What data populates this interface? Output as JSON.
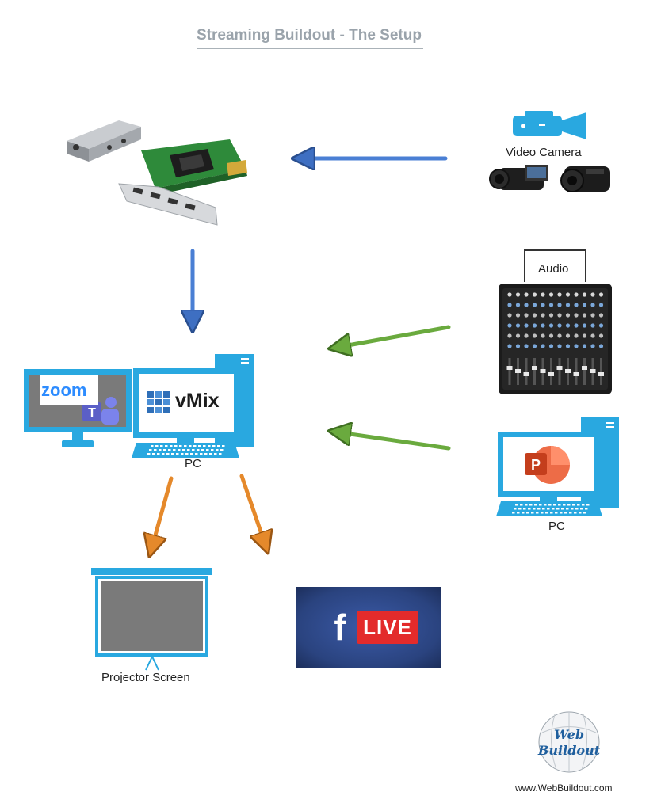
{
  "title": "Streaming Buildout - The Setup",
  "labels": {
    "video_camera": "Video Camera",
    "audio": "Audio",
    "pc_main": "PC",
    "pc_secondary": "PC",
    "projector_screen": "Projector Screen"
  },
  "apps": {
    "zoom": "zoom",
    "vmix": "vMix",
    "teams_letter": "T",
    "powerpoint_letter": "P"
  },
  "facebook": {
    "logo_letter": "f",
    "live": "LIVE"
  },
  "brand": {
    "logo_line1": "Web",
    "logo_line2": "Buildout",
    "url": "www.WebBuildout.com"
  },
  "colors": {
    "device_blue": "#29a8e0",
    "arrow_blue": "#4a7fd4",
    "arrow_green": "#6aaa3e",
    "arrow_orange": "#e5892b",
    "screen_gray": "#7a7a7a",
    "facebook_red": "#e32b2b",
    "zoom_blue": "#2d8cff",
    "teams_purple": "#5b5fc7",
    "powerpoint_orange": "#c43e1c"
  }
}
